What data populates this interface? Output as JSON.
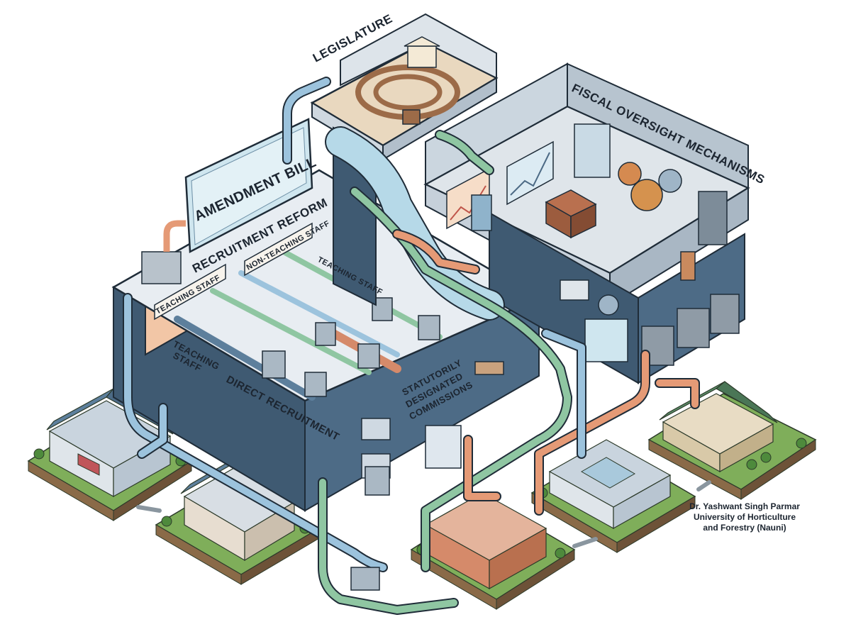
{
  "labels": {
    "legislature": "LEGISLATURE",
    "fiscal_oversight": "FISCAL OVERSIGHT MECHANISMS",
    "amendment_bill": "AMENDMENT BILL",
    "recruitment_reform": "RECRUITMENT REFORM",
    "teaching_staff_1": "TEACHING STAFF",
    "non_teaching_staff": "NON-TEACHING STAFF",
    "teaching_staff_2": "TEACHING STAFF",
    "teaching_staff_3_line1": "TEACHING",
    "teaching_staff_3_line2": "STAFF",
    "direct_recruitment": "DIRECT RECRUITMENT",
    "commissions_line1": "STATUTORILY",
    "commissions_line2": "DESIGNATED",
    "commissions_line3": "COMMISSIONS"
  },
  "university_annotation": {
    "line1": "Dr. Yashwant Singh Parmar",
    "line2": "University of Horticulture",
    "line3": "and Forestry (Nauni)"
  },
  "colors": {
    "pipe_blue": "#9cc3dd",
    "pipe_green": "#8fc6a2",
    "pipe_orange": "#e59a76",
    "platform": "#e8edf2",
    "building_dark": "#3f5a72",
    "accent_orange": "#f2c6a6",
    "grass": "#7fae5a",
    "roof_blue": "#5d7f9c",
    "roof_green": "#5a8a66",
    "brick": "#d58a6a"
  }
}
